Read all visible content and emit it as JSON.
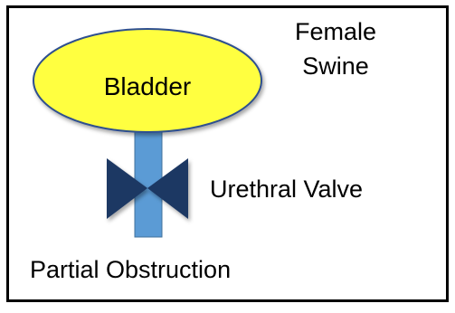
{
  "labels": {
    "subject_line1": "Female",
    "subject_line2": "Swine",
    "organ": "Bladder",
    "valve": "Urethral Valve",
    "condition": "Partial Obstruction"
  },
  "colors": {
    "frame": "#000000",
    "bladder_fill": "#ffff40",
    "bladder_stroke": "#2f4f8f",
    "urethra_fill": "#5b9bd5",
    "valve_fill": "#1f3864"
  },
  "icons": {
    "valve": "bowtie-valve-icon"
  }
}
